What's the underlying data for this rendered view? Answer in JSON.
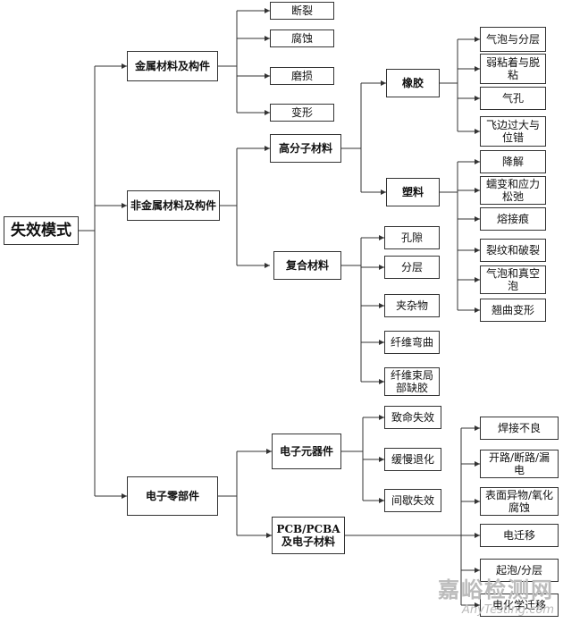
{
  "root": "失效模式",
  "categories": {
    "metal": "金属材料及构件",
    "nonmetal": "非金属材料及构件",
    "electronic": "电子零部件"
  },
  "metal_modes": [
    "断裂",
    "腐蚀",
    "磨损",
    "变形"
  ],
  "nonmetal": {
    "polymer": "高分子材料",
    "composite": "复合材料",
    "rubber": "橡胶",
    "plastic": "塑料"
  },
  "rubber_modes": [
    "气泡与分层",
    "弱粘着与脱粘",
    "气孔",
    "飞边过大与位错"
  ],
  "plastic_modes": [
    "降解",
    "蠕变和应力松弛",
    "熔接痕",
    "裂纹和破裂",
    "气泡和真空泡",
    "翘曲变形"
  ],
  "composite_modes": [
    "孔隙",
    "分层",
    "夹杂物",
    "纤维弯曲",
    "纤维束局部缺胶"
  ],
  "electronic": {
    "components": "电子元器件",
    "pcb": "PCB/PCBA及电子材料"
  },
  "component_modes": [
    "致命失效",
    "缓慢退化",
    "间歇失效"
  ],
  "pcb_modes": [
    "焊接不良",
    "开路/断路/漏电",
    "表面异物/氧化腐蚀",
    "电迁移",
    "起泡/分层",
    "电化学迁移"
  ],
  "watermark": {
    "cn": "嘉峪检测网",
    "en": "AnyTesting.com"
  }
}
